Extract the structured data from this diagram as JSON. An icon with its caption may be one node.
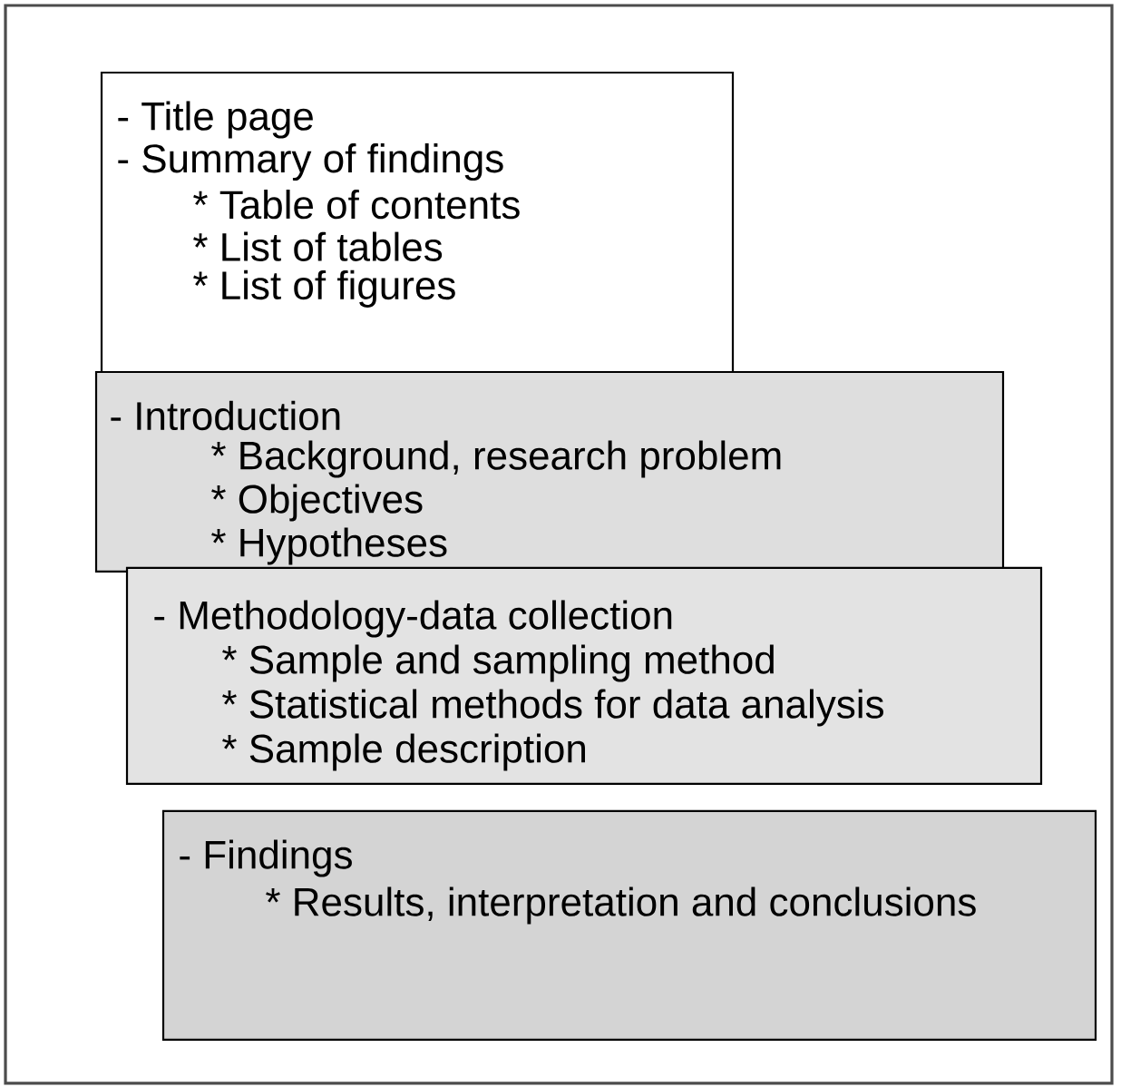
{
  "diagram": {
    "nodes": [
      {
        "text": [
          "- Title page",
          "- Summary of findings",
          "* Table of contents",
          "* List of tables",
          "* List of figures"
        ]
      },
      {
        "text": [
          "- Introduction",
          "* Background, research problem",
          "* Objectives",
          "* Hypotheses"
        ]
      },
      {
        "text": [
          "- Methodology-data collection",
          "* Sample and sampling method",
          "* Statistical methods for data analysis",
          "* Sample description"
        ]
      },
      {
        "text": [
          "- Findings",
          "* Results, interpretation and conclusions"
        ]
      }
    ]
  }
}
